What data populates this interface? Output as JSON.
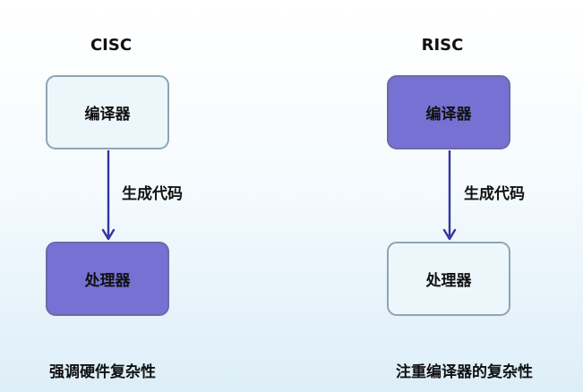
{
  "left": {
    "title": "CISC",
    "top_box": "编译器",
    "arrow_label": "生成代码",
    "bottom_box": "处理器",
    "caption": "强调硬件复杂性"
  },
  "right": {
    "title": "RISC",
    "top_box": "编译器",
    "arrow_label": "生成代码",
    "bottom_box": "处理器",
    "caption": "注重编译器的复杂性"
  },
  "colors": {
    "highlight_box": "#7671d3",
    "plain_box": "#edf6fb",
    "arrow": "#3435a0"
  }
}
